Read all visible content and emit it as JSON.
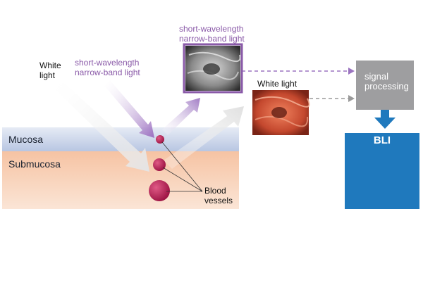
{
  "labels": {
    "white_light_left": "White\nlight",
    "sw_narrow_band_mid": "short-wavelength\nnarrow-band light",
    "sw_narrow_band_top": "short-wavelength\nnarrow-band light",
    "white_light_right": "White light",
    "signal_processing": "signal\nprocessing",
    "bli": "BLI",
    "mucosa": "Mucosa",
    "submucosa": "Submucosa",
    "blood_vessels": "Blood\nvessels"
  },
  "colors": {
    "purple": "#8a5aa8",
    "mucosa_layer": "#c8d2e8",
    "submucosa_layer": "#f6c6a6",
    "vessel": "#b3174c",
    "signal_box": "#9e9ea0",
    "bli_blue": "#1f79bd"
  }
}
